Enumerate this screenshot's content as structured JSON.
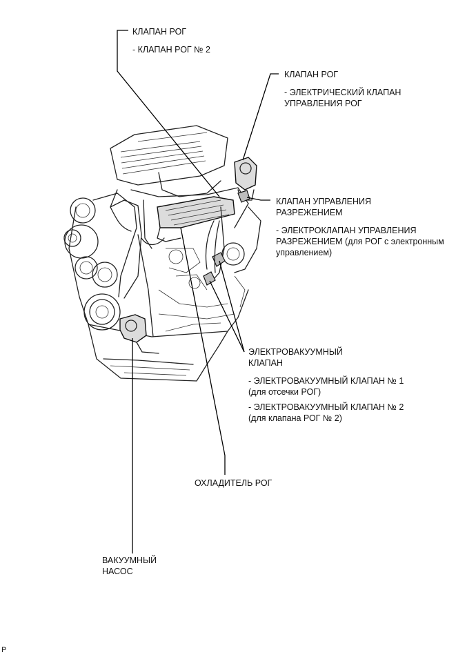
{
  "labels": {
    "egr_valve_2": {
      "title": "КЛАПАН РОГ",
      "lines": [
        "- КЛАПАН РОГ № 2"
      ]
    },
    "egr_valve_electric": {
      "title": "КЛАПАН РОГ",
      "lines": [
        "- ЭЛЕКТРИЧЕСКИЙ КЛАПАН",
        "УПРАВЛЕНИЯ РОГ"
      ]
    },
    "vacuum_control_valve": {
      "title_lines": [
        "КЛАПАН УПРАВЛЕНИЯ",
        "РАЗРЕЖЕНИЕМ"
      ],
      "lines": [
        "- ЭЛЕКТРОКЛАПАН УПРАВЛЕНИЯ",
        "РАЗРЕЖЕНИЕМ (для РОГ с электронным",
        "управлением)"
      ]
    },
    "vsv": {
      "title_lines": [
        "ЭЛЕКТРОВАКУУМНЫЙ",
        "КЛАПАН"
      ],
      "lines": [
        "- ЭЛЕКТРОВАКУУМНЫЙ КЛАПАН № 1",
        "(для отсечки РОГ)",
        "- ЭЛЕКТРОВАКУУМНЫЙ КЛАПАН № 2",
        "(для клапана РОГ № 2)"
      ]
    },
    "egr_cooler": {
      "title": "ОХЛАДИТЕЛЬ РОГ"
    },
    "vacuum_pump": {
      "title_lines": [
        "ВАКУУМНЫЙ",
        "НАСОС"
      ]
    }
  },
  "corner_mark": "P"
}
